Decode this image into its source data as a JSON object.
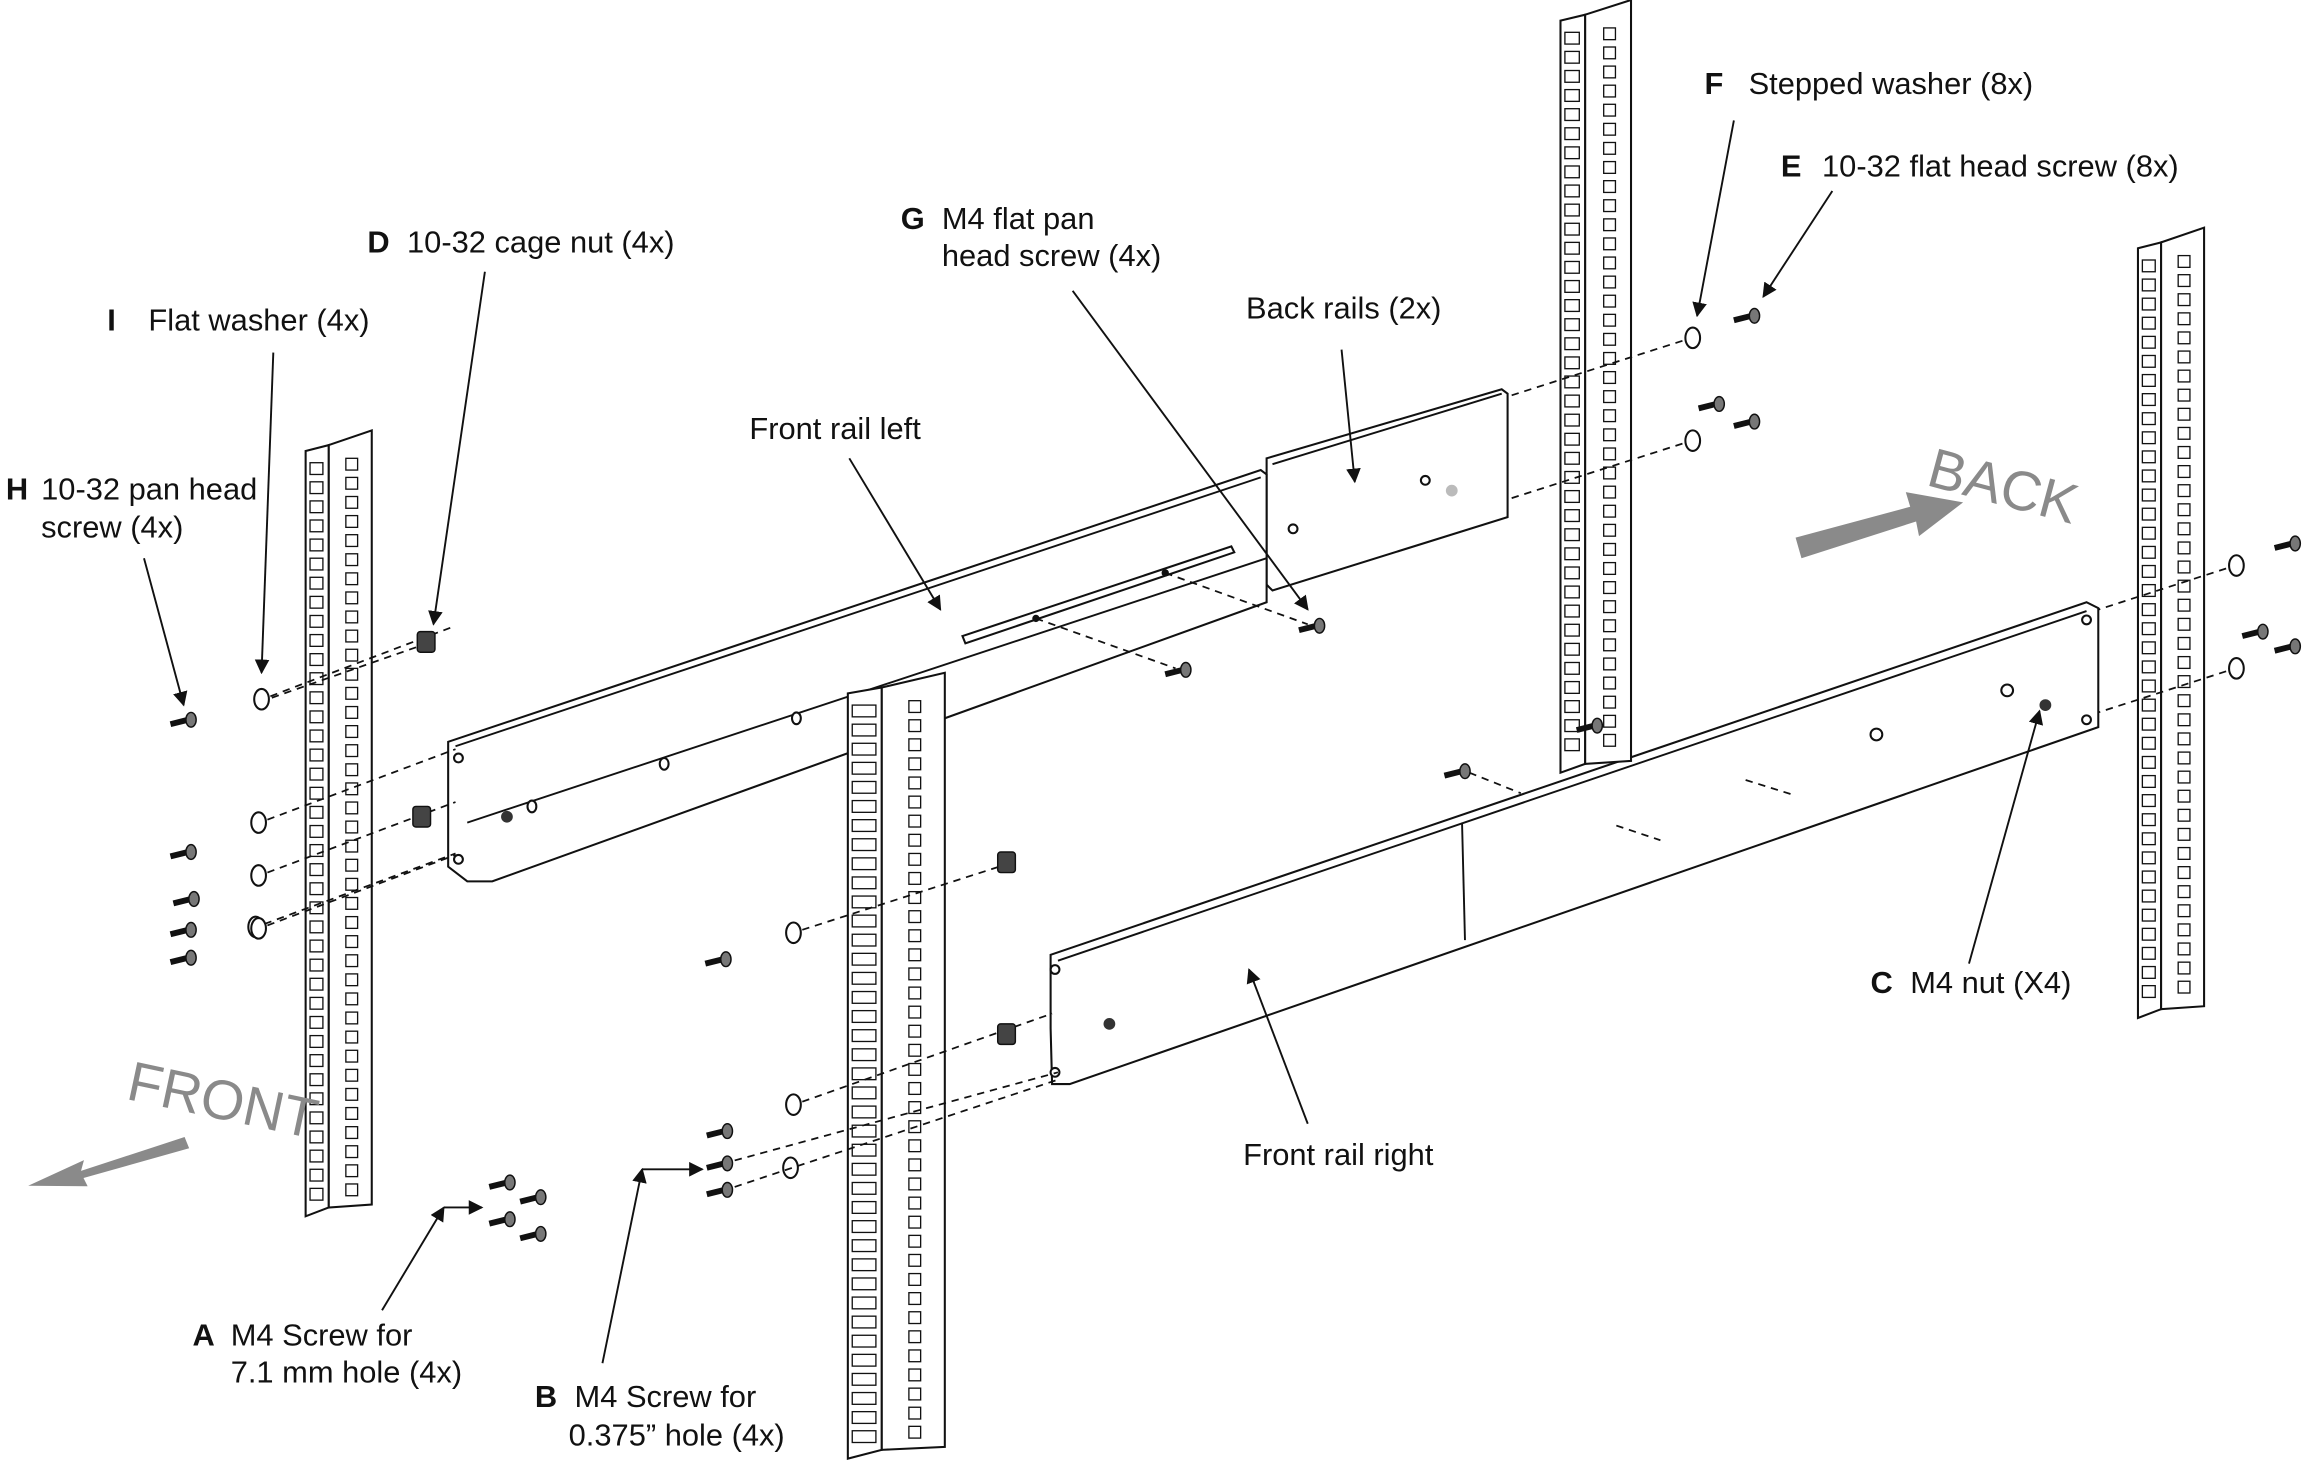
{
  "labels": {
    "F": {
      "letter": "F",
      "text": "Stepped washer (8x)"
    },
    "E": {
      "letter": "E",
      "text": "10-32 flat head screw (8x)"
    },
    "D": {
      "letter": "D",
      "text": "10-32 cage nut (4x)"
    },
    "G": {
      "letter": "G",
      "line1": "M4 flat pan",
      "line2": "head screw (4x)"
    },
    "back_rails": "Back rails (2x)",
    "I": {
      "letter": "I",
      "text": "Flat washer (4x)"
    },
    "front_rail_left": "Front rail left",
    "H": {
      "letter": "H",
      "line1": "10-32 pan head",
      "line2": "screw (4x)"
    },
    "C": {
      "letter": "C",
      "text": "M4 nut (X4)"
    },
    "front_rail_right": "Front rail right",
    "A": {
      "letter": "A",
      "line1": "M4 Screw for",
      "line2": "7.1 mm hole (4x)"
    },
    "B": {
      "letter": "B",
      "line1": "M4 Screw for",
      "line2": "0.375” hole (4x)"
    }
  },
  "direction": {
    "back": "BACK",
    "front": "FRONT"
  },
  "colors": {
    "line": "#111111",
    "arrow_fill": "#8a8a8a",
    "background": "#ffffff"
  }
}
